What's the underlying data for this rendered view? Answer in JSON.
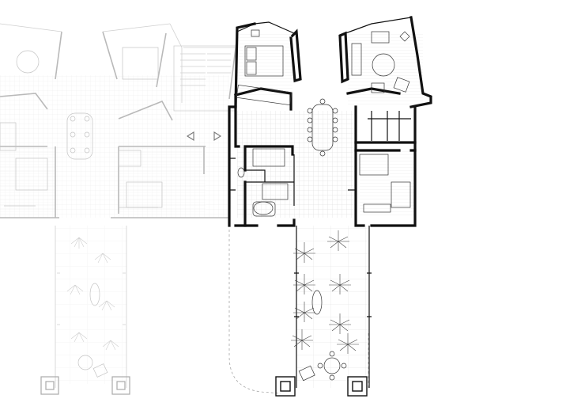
{
  "drawing": {
    "kind": "floor-plan",
    "style": "architectural line drawing",
    "active_unit": "right",
    "ghosted_unit": "left",
    "colors": {
      "background": "#ffffff",
      "active_line": "#111111",
      "ghost_line": "#bbbbbb",
      "tile_pattern": "#d8d8d8"
    },
    "icons": [
      "circulation-arrow-left-icon",
      "circulation-arrow-right-icon"
    ]
  }
}
